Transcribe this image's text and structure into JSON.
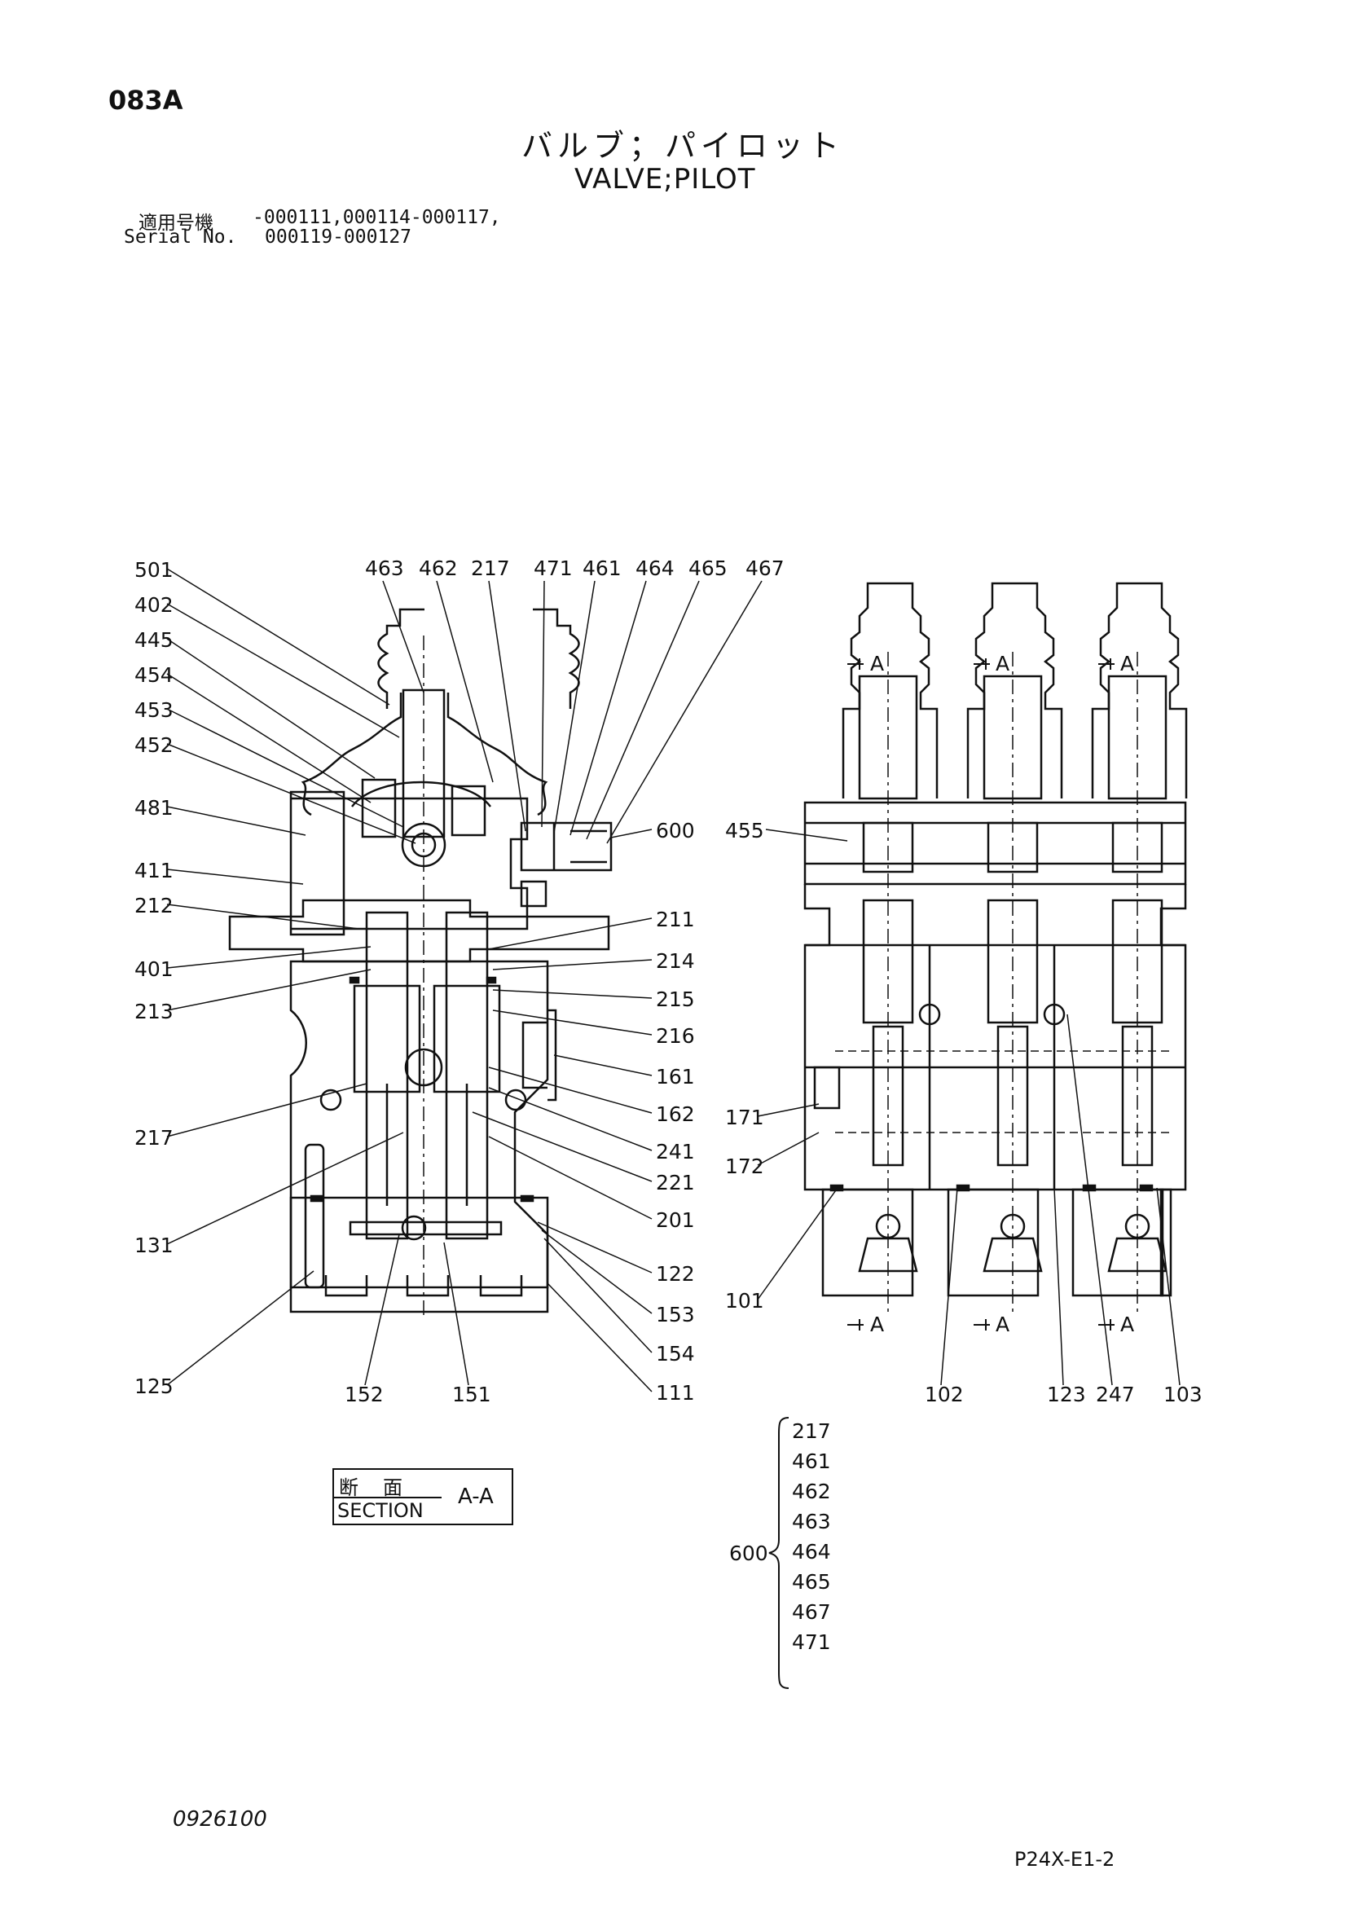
{
  "header": {
    "page_code": "083A",
    "title_jp": "バルブ；パイロット",
    "title_en": "VALVE;PILOT",
    "serial_label_jp": "適用号機",
    "serial_label_en": "Serial No.",
    "serial_range_1": "-000111,000114-000117,",
    "serial_range_2": "000119-000127"
  },
  "callouts_top": [
    "463",
    "462",
    "217",
    "471",
    "461",
    "464",
    "465",
    "467"
  ],
  "callouts_left": [
    "501",
    "402",
    "445",
    "454",
    "453",
    "452",
    "481",
    "411",
    "212",
    "401",
    "213",
    "217",
    "131",
    "125"
  ],
  "callouts_mid_right": [
    "600",
    "211",
    "214",
    "215",
    "216",
    "161",
    "162",
    "241",
    "221",
    "201",
    "122",
    "153",
    "154",
    "111"
  ],
  "callouts_bottom_left": [
    "152",
    "151"
  ],
  "callouts_section": [
    "455",
    "171",
    "172",
    "101",
    "102",
    "123",
    "247",
    "103"
  ],
  "section_marker": "A",
  "assembly_group": {
    "label": "600",
    "parts": [
      "217",
      "461",
      "462",
      "463",
      "464",
      "465",
      "467",
      "471"
    ]
  },
  "section_box": {
    "label_jp": "断面",
    "label_en": "SECTION",
    "view": "A-A"
  },
  "footer": {
    "doc_number": "0926100",
    "sheet_code": "P24X-E1-2"
  }
}
